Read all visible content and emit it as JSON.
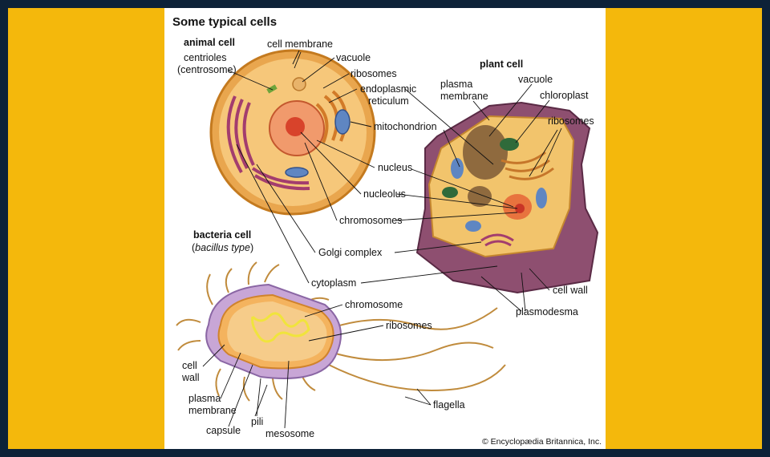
{
  "colors": {
    "outer_border": "#0d2238",
    "frame": "#f4b80c",
    "panel": "#ffffff"
  },
  "diagram": {
    "title": "Some typical cells",
    "credit": "© Encyclopædia Britannica, Inc.",
    "animal_cell": {
      "heading": "animal cell",
      "labels": {
        "cell_membrane": "cell membrane",
        "centrioles_1": "centrioles",
        "centrioles_2": "(centrosome)",
        "vacuole": "vacuole",
        "ribosomes": "ribosomes",
        "er_1": "endoplasmic",
        "er_2": "reticulum",
        "mitochondrion": "mitochondrion",
        "nucleus": "nucleus",
        "nucleolus": "nucleolus",
        "chromosomes": "chromosomes",
        "golgi": "Golgi complex",
        "cytoplasm": "cytoplasm"
      }
    },
    "plant_cell": {
      "heading": "plant cell",
      "labels": {
        "plasma_membrane_1": "plasma",
        "plasma_membrane_2": "membrane",
        "vacuole": "vacuole",
        "chloroplast": "chloroplast",
        "ribosomes": "ribosomes",
        "cell_wall": "cell wall",
        "plasmodesma": "plasmodesma"
      }
    },
    "bacteria_cell": {
      "heading": "bacteria cell",
      "subheading_open": "(",
      "subheading_italic": "bacillus type",
      "subheading_close": ")",
      "labels": {
        "chromosome": "chromosome",
        "ribosomes": "ribosomes",
        "cell_wall_1": "cell",
        "cell_wall_2": "wall",
        "plasma_membrane_1": "plasma",
        "plasma_membrane_2": "membrane",
        "capsule": "capsule",
        "pili": "pili",
        "mesosome": "mesosome",
        "flagella": "flagella"
      }
    }
  }
}
